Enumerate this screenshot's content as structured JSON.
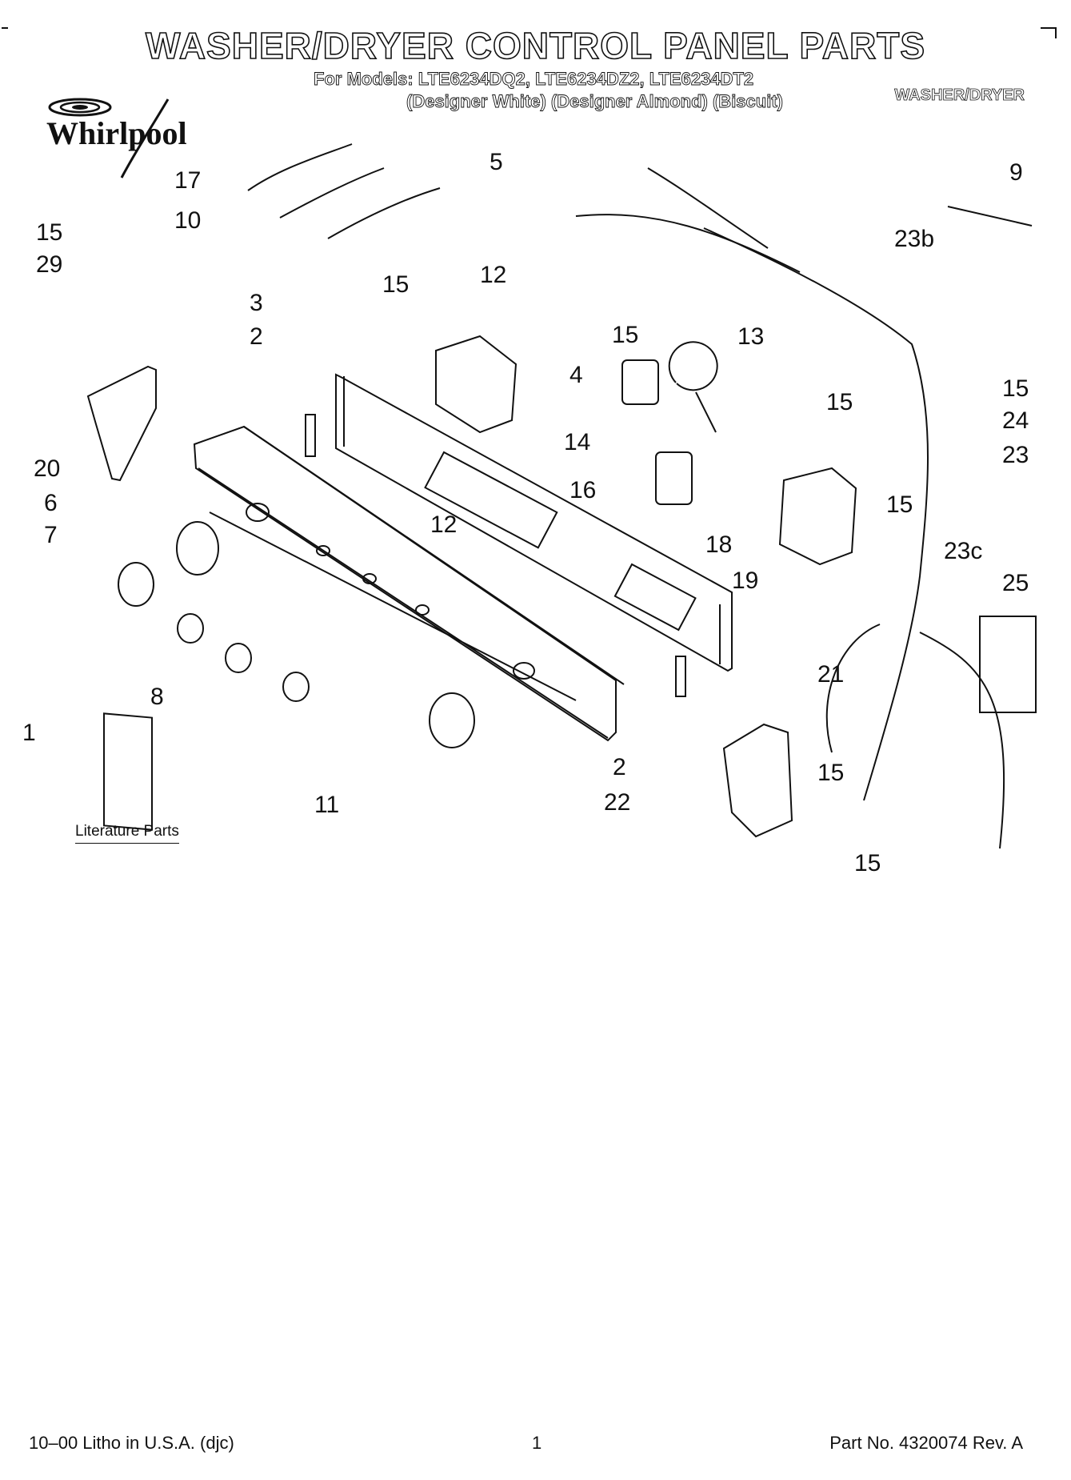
{
  "header": {
    "title": "WASHER/DRYER CONTROL PANEL PARTS",
    "models_line": "For Models: LTE6234DQ2, LTE6234DZ2, LTE6234DT2",
    "colors_line": "(Designer White) (Designer Almond) (Biscuit)",
    "category": "WASHER/DRYER",
    "brand": "Whirlpool"
  },
  "diagram": {
    "callouts": [
      "17",
      "10",
      "5",
      "9",
      "15",
      "29",
      "12",
      "15",
      "3",
      "2",
      "15",
      "4",
      "13",
      "23b",
      "15",
      "24",
      "14",
      "15",
      "20",
      "12",
      "16",
      "23",
      "6",
      "7",
      "18",
      "15",
      "19",
      "23c",
      "25",
      "21",
      "8",
      "1",
      "2",
      "22",
      "11",
      "15",
      "15"
    ],
    "literature_label": "Literature Parts"
  },
  "footer": {
    "left": "10–00 Litho in U.S.A. (djc)",
    "page": "1",
    "right": "Part No. 4320074 Rev. A"
  }
}
